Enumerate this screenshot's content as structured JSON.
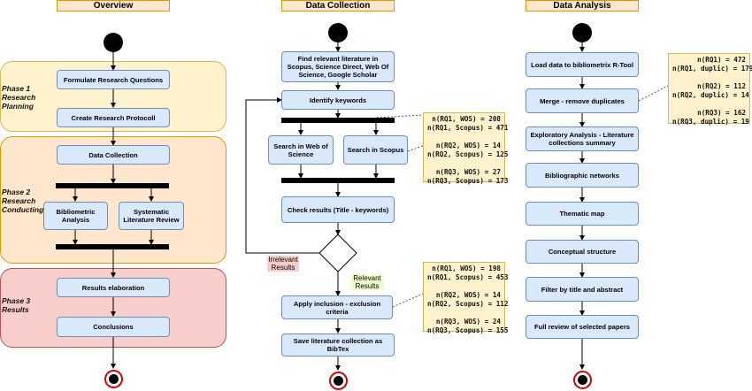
{
  "lanes": {
    "overview": "Overview",
    "data_collection": "Data Collection",
    "data_analysis": "Data Analysis"
  },
  "phases": {
    "p1": "Phase 1\nResearch\nPlanning",
    "p2": "Phase 2\nResearch\nConducting",
    "p3": "Phase 3\nResults"
  },
  "overview": {
    "formulate": "Formulate Research Questions",
    "protocol": "Create Research Protocoll",
    "data_collection": "Data Collection",
    "bibliometric": "Bibliometric Analysis",
    "slr": "Systematic Literature Review",
    "results": "Results elaboration",
    "conclusions": "Conclusions"
  },
  "collection": {
    "find": "Find relevant literature in Scopus, Science Direct, Web Of Science, Google Scholar",
    "identify": "Identify keywords",
    "wos": "Search in Web of Science",
    "scopus": "Search in Scopus",
    "check": "Check results (Title - keywords)",
    "irrelevant": "Irrelevant Results",
    "relevant": "Relevant Results",
    "apply": "Apply inclusion - exclusion criteria",
    "save": "Save literature collection as BibTex",
    "note1": "n(RQ1, WOS) = 208\nn(RQ1, Scopus) = 471\n\nn(RQ2, WOS) = 14\nn(RQ2, Scopus) = 125\n\nn(RQ3, WOS) = 27\nn(RQ3, Scopus) = 173",
    "note2": "n(RQ1, WOS) = 198\nn(RQ1, Scopus) = 453\n\nn(RQ2, WOS) = 14\nn(RQ2, Scopus) = 112\n\nn(RQ3, WOS) = 24\nn(RQ3, Scopus) = 155"
  },
  "analysis": {
    "load": "Load data to bibliometrix R-Tool",
    "merge": "Merge - remove duplicates",
    "exploratory": "Exploratory Analysis - Literature collections summary",
    "networks": "Bibliographic networks",
    "thematic": "Thematic map",
    "conceptual": "Conceptual structure",
    "filter": "Filter by title and abstract",
    "review": "Full review of selected papers",
    "note": "n(RQ1) = 472\nn(RQ1, duplic) = 179\n\nn(RQ2) = 112\nn(RQ2, duplic) = 14\n\nn(RQ3) = 162\nn(RQ3, duplic) = 19"
  }
}
